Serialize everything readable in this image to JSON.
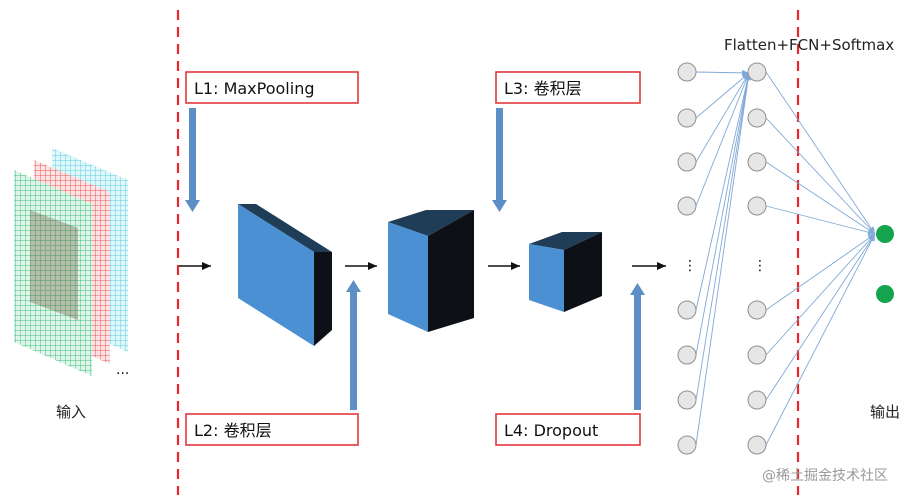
{
  "labels": {
    "l1": "L1: MaxPooling",
    "l2": "L2: 卷积层",
    "l3": "L3: 卷积层",
    "l4": "L4: Dropout",
    "input": "输入",
    "output": "输出",
    "fcn": "Flatten+FCN+Softmax",
    "ellipsis_col1": "⋮",
    "ellipsis_col2": "⋮",
    "input_more": "...",
    "watermark": "@稀土掘金技术社区"
  },
  "colors": {
    "separator": "#e8262c",
    "box_border": "#e0383e",
    "arrow_blue": "#5b8fc5",
    "arrow_black": "#111111",
    "cube_front": "#4a90d2",
    "cube_dark": "#0d1117",
    "cube_top_dark": "#1f3d57",
    "node_fill": "#e6e6e6",
    "node_stroke": "#8f8f8f",
    "edge": "#7fa9d6",
    "output_node": "#14a44d",
    "grid_green": "#3fbf7f",
    "grid_red": "#e65a5a",
    "grid_cyan": "#5fd0e0"
  }
}
